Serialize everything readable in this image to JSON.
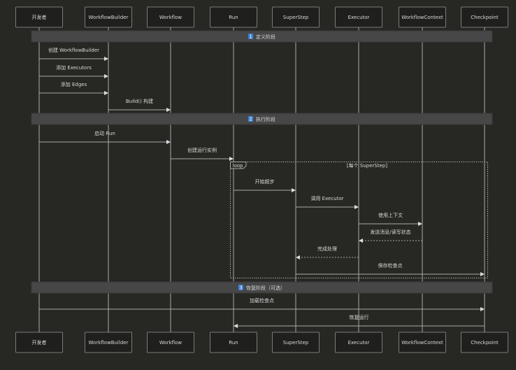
{
  "participants": [
    "开发者",
    "WorkflowBuilder",
    "Workflow",
    "Run",
    "SuperStep",
    "Executor",
    "WorkflowContext",
    "Checkpoint"
  ],
  "sections": [
    {
      "badge": "1",
      "label": "定义阶段"
    },
    {
      "badge": "2",
      "label": "执行阶段"
    },
    {
      "badge": "3",
      "label": "恢复阶段（可选）"
    }
  ],
  "loop": {
    "keyword": "loop",
    "condition": "[每个 SuperStep]"
  },
  "messages": [
    {
      "from": 0,
      "to": 1,
      "label": "创建 WorkflowBuilder",
      "dashed": false
    },
    {
      "from": 0,
      "to": 1,
      "label": "添加 Executors",
      "dashed": false
    },
    {
      "from": 0,
      "to": 1,
      "label": "添加 Edges",
      "dashed": false
    },
    {
      "from": 1,
      "to": 2,
      "label": "Build() 构建",
      "dashed": false
    },
    {
      "from": 0,
      "to": 2,
      "label": "启动 Run",
      "dashed": false
    },
    {
      "from": 2,
      "to": 3,
      "label": "创建运行实例",
      "dashed": false
    },
    {
      "from": 3,
      "to": 4,
      "label": "开始超步",
      "dashed": false
    },
    {
      "from": 4,
      "to": 5,
      "label": "调用 Executor",
      "dashed": false
    },
    {
      "from": 5,
      "to": 6,
      "label": "使用上下文",
      "dashed": false
    },
    {
      "from": 6,
      "to": 5,
      "label": "发送消息/读写状态",
      "dashed": true
    },
    {
      "from": 5,
      "to": 4,
      "label": "完成处理",
      "dashed": true
    },
    {
      "from": 4,
      "to": 7,
      "label": "保存检查点",
      "dashed": false
    },
    {
      "from": 0,
      "to": 7,
      "label": "加载检查点",
      "dashed": false
    },
    {
      "from": 7,
      "to": 3,
      "label": "恢复运行",
      "dashed": false
    }
  ],
  "colors": {
    "background": "#272723",
    "box": "#1f201d",
    "line": "#a8a8a8",
    "section": "#474747",
    "badge": "#3b82d6"
  }
}
